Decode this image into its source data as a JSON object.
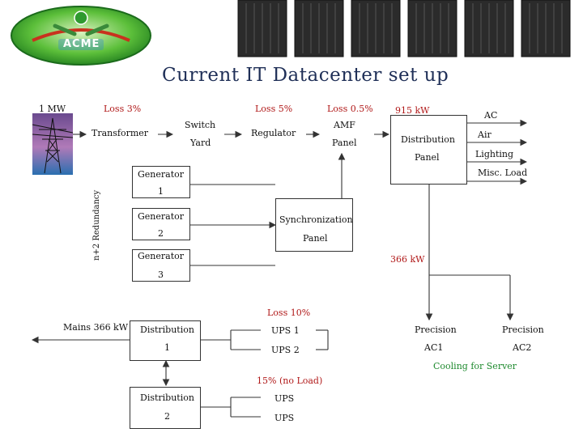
{
  "header": {
    "title": "Current IT Datacenter set up",
    "logo_text": "ACME",
    "brand_colors": {
      "logo_green": "#2f9a2f",
      "logo_red": "#c8321e",
      "title": "#1f2f57"
    }
  },
  "power_chain": {
    "input_label": "1 MW",
    "transformer": "Transformer",
    "transformer_loss": "Loss 3%",
    "switch_yard": [
      "Switch",
      "Yard"
    ],
    "regulator": "Regulator",
    "regulator_loss": "Loss 5%",
    "amf_panel": [
      "AMF",
      "Panel"
    ],
    "amf_loss": "Loss 0.5%",
    "distribution_panel": [
      "Distribution",
      "Panel"
    ],
    "distribution_power": "915 kW"
  },
  "loads": [
    "AC",
    "Air",
    "Lighting",
    "Misc. Load"
  ],
  "generators": {
    "redundancy_label": "n+2 Redundancy",
    "items": [
      {
        "label": "Generator",
        "number": "1"
      },
      {
        "label": "Generator",
        "number": "2"
      },
      {
        "label": "Generator",
        "number": "3"
      }
    ]
  },
  "sync_panel": [
    "Synchronization",
    "Panel"
  ],
  "cooling": {
    "feed": "366 kW",
    "units": [
      {
        "label": "Precision",
        "number": "AC1"
      },
      {
        "label": "Precision",
        "number": "AC2"
      }
    ],
    "caption": "Cooling for Server"
  },
  "it_distribution": {
    "mains_label": "Mains 366 kW",
    "dist1": [
      "Distribution",
      "1"
    ],
    "dist2": [
      "Distribution",
      "2"
    ],
    "ups_loss": "Loss 10%",
    "ups_group1": [
      "UPS 1",
      "UPS 2"
    ],
    "ups_note": "15% (no Load)",
    "ups_group2": [
      "UPS",
      "UPS"
    ]
  },
  "colors": {
    "loss_text": "#b01818",
    "cooling_text": "#1e8a2e"
  },
  "icons": [
    "pylon-icon",
    "server-rack-icon"
  ]
}
